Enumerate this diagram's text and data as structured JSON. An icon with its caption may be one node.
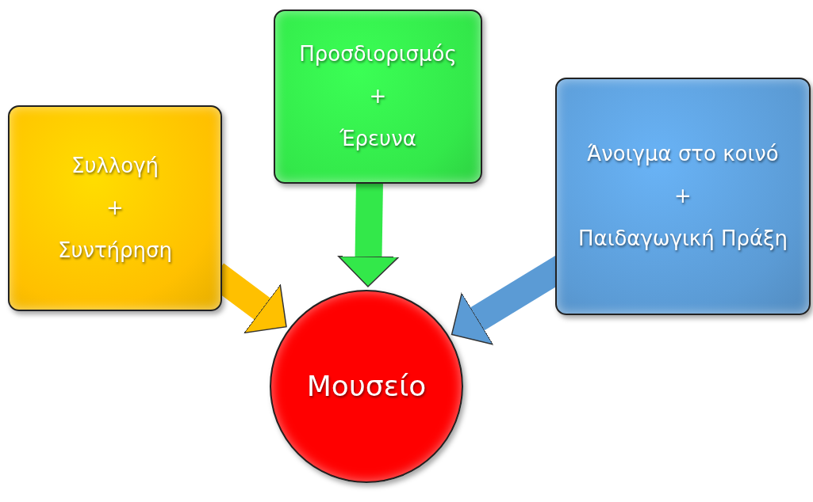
{
  "diagram": {
    "nodes": [
      {
        "text": [
          "Συλλογή",
          "+",
          "Συντήρηση"
        ]
      },
      {
        "text": [
          "Προσδιορισμός",
          "+",
          "Έρευνα"
        ]
      },
      {
        "text": [
          "Άνοιγμα στο κοινό",
          "+",
          "Παιδαγωγική Πράξη"
        ]
      },
      {
        "text": [
          "Μουσείο"
        ]
      }
    ],
    "edges": [
      {
        "from": 0,
        "to": 3,
        "arrow": "to",
        "color": "#ffc000"
      },
      {
        "from": 1,
        "to": 3,
        "arrow": "to",
        "color": "#33e84a"
      },
      {
        "from": 2,
        "to": 3,
        "arrow": "to",
        "color": "#5b9bd5"
      }
    ]
  }
}
